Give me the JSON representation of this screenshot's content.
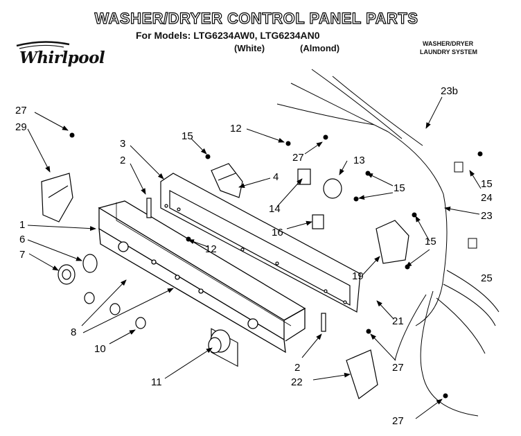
{
  "header": {
    "title": "WASHER/DRYER CONTROL PANEL PARTS",
    "models_line": "For Models: LTG6234AW0, LTG6234AN0",
    "variant_white": "(White)",
    "variant_almond": "(Almond)",
    "brand": "Whirlpool",
    "system_line1": "WASHER/DRYER",
    "system_line2": "LAUNDRY SYSTEM"
  },
  "callouts": [
    {
      "id": "c27a",
      "text": "27"
    },
    {
      "id": "c29",
      "text": "29"
    },
    {
      "id": "c3",
      "text": "3"
    },
    {
      "id": "c2a",
      "text": "2"
    },
    {
      "id": "c15a",
      "text": "15"
    },
    {
      "id": "c12a",
      "text": "12"
    },
    {
      "id": "c27b",
      "text": "27"
    },
    {
      "id": "c13",
      "text": "13"
    },
    {
      "id": "c15b",
      "text": "15"
    },
    {
      "id": "c23b",
      "text": "23b"
    },
    {
      "id": "c4",
      "text": "4"
    },
    {
      "id": "c14",
      "text": "14"
    },
    {
      "id": "c1",
      "text": "1"
    },
    {
      "id": "c16",
      "text": "16"
    },
    {
      "id": "c6",
      "text": "6"
    },
    {
      "id": "c12b",
      "text": "12"
    },
    {
      "id": "c7",
      "text": "7"
    },
    {
      "id": "c15c",
      "text": "15"
    },
    {
      "id": "c24",
      "text": "24"
    },
    {
      "id": "c23",
      "text": "23"
    },
    {
      "id": "c15d",
      "text": "15"
    },
    {
      "id": "c19",
      "text": "19"
    },
    {
      "id": "c25",
      "text": "25"
    },
    {
      "id": "c8",
      "text": "8"
    },
    {
      "id": "c21",
      "text": "21"
    },
    {
      "id": "c10",
      "text": "10"
    },
    {
      "id": "c27c",
      "text": "27"
    },
    {
      "id": "c2b",
      "text": "2"
    },
    {
      "id": "c11",
      "text": "11"
    },
    {
      "id": "c22",
      "text": "22"
    },
    {
      "id": "c27d",
      "text": "27"
    }
  ]
}
